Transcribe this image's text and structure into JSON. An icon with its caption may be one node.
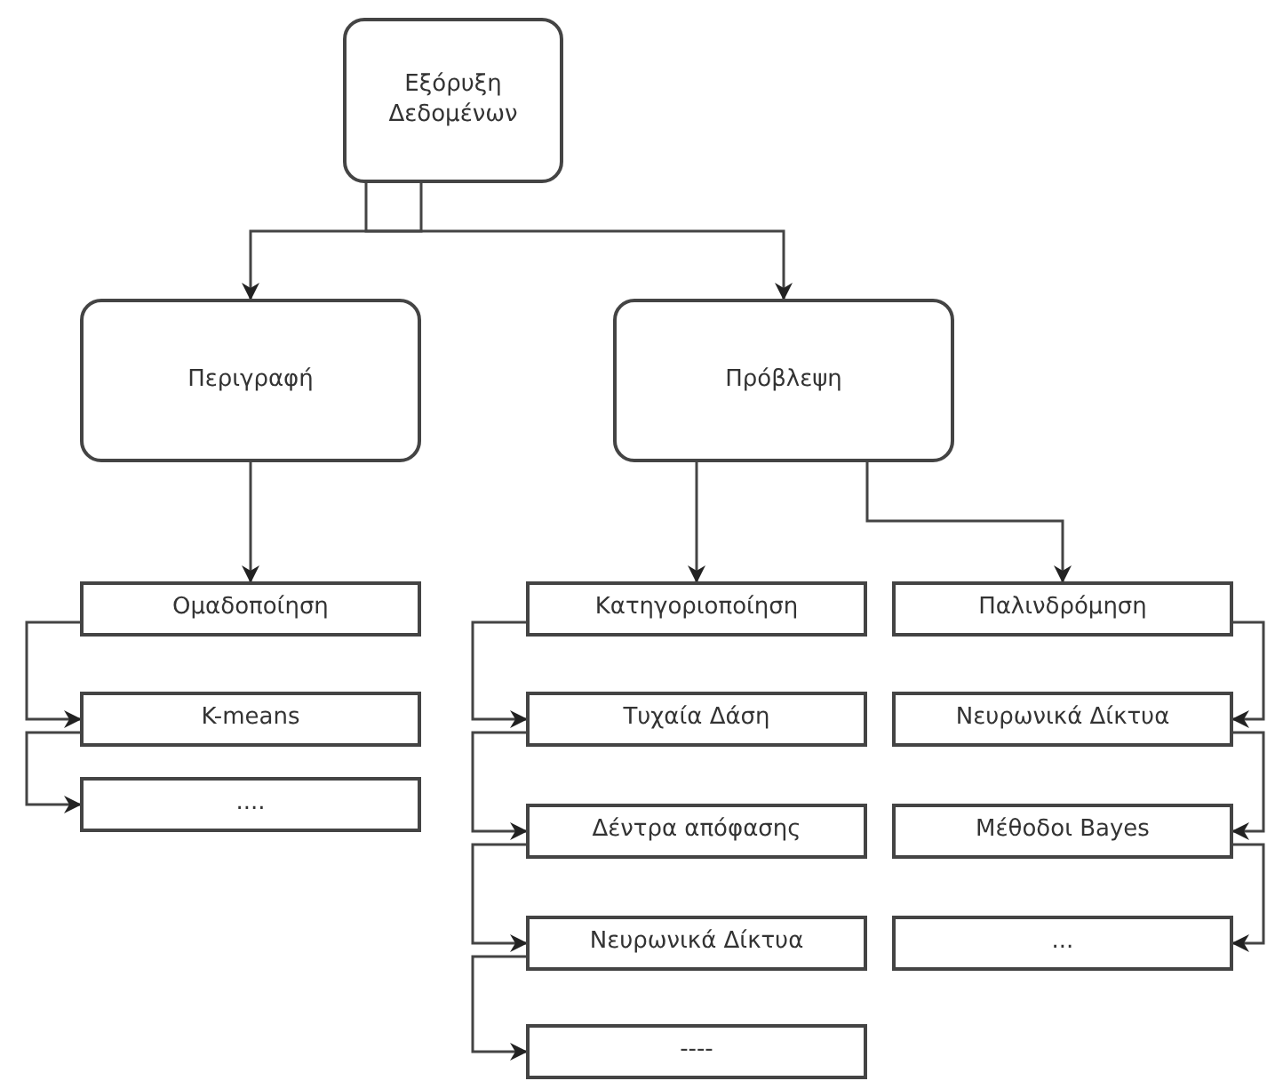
{
  "diagram": {
    "nodes": [
      {
        "text": [
          "Εξόρυξη Δεδομένων"
        ]
      },
      {
        "text": [
          "Περιγραφή"
        ]
      },
      {
        "text": [
          "Πρόβλεψη"
        ]
      },
      {
        "text": [
          "Ομαδοποίηση"
        ]
      },
      {
        "text": [
          "K-means"
        ]
      },
      {
        "text": [
          "...."
        ]
      },
      {
        "text": [
          "Κατηγοριοποίηση"
        ]
      },
      {
        "text": [
          "Τυχαία Δάση"
        ]
      },
      {
        "text": [
          "Δέντρα απόφασης"
        ]
      },
      {
        "text": [
          "Νευρωνικά Δίκτυα"
        ]
      },
      {
        "text": [
          "----"
        ]
      },
      {
        "text": [
          "Παλινδρόμηση"
        ]
      },
      {
        "text": [
          "Νευρωνικά Δίκτυα"
        ]
      },
      {
        "text": [
          "Μέθοδοι Bayes"
        ]
      },
      {
        "text": [
          "..."
        ]
      }
    ],
    "edges": [
      {
        "from": 0,
        "to": 1,
        "arrow": "to"
      },
      {
        "from": 0,
        "to": 2,
        "arrow": "to"
      },
      {
        "from": 1,
        "to": 3,
        "arrow": "to"
      },
      {
        "from": 2,
        "to": 6,
        "arrow": "to"
      },
      {
        "from": 2,
        "to": 11,
        "arrow": "to"
      },
      {
        "from": 3,
        "to": 4,
        "arrow": "to"
      },
      {
        "from": 4,
        "to": 5,
        "arrow": "to"
      },
      {
        "from": 6,
        "to": 7,
        "arrow": "to"
      },
      {
        "from": 7,
        "to": 8,
        "arrow": "to"
      },
      {
        "from": 8,
        "to": 9,
        "arrow": "to"
      },
      {
        "from": 9,
        "to": 10,
        "arrow": "to"
      },
      {
        "from": 11,
        "to": 12,
        "arrow": "to"
      },
      {
        "from": 12,
        "to": 13,
        "arrow": "to"
      },
      {
        "from": 13,
        "to": 14,
        "arrow": "to"
      }
    ]
  }
}
